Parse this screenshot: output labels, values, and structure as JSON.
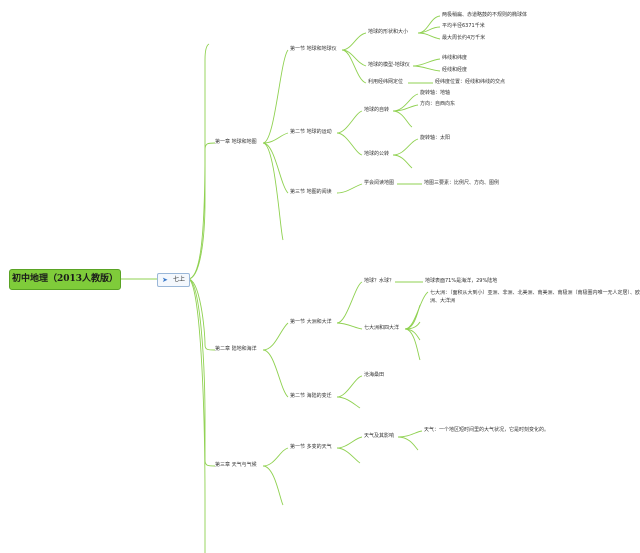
{
  "root": "初中地理（2013人教版）",
  "grade": "七上",
  "colors": {
    "line": "#8fd150",
    "root_fill": "#7fcc3a",
    "tag_icon": "#3a78c8"
  },
  "chapters": [
    {
      "title": "第一章 地球和地图",
      "sections": [
        {
          "title": "第一节 地球和地球仪",
          "topics": [
            {
              "title": "地球的形状和大小",
              "items": [
                "两极稍扁、赤道略鼓的不规则的椭球体",
                "平均半径6371千米",
                "最大周长约4万千米"
              ]
            },
            {
              "title": "地球的模型-地球仪",
              "items": [
                "纬线和纬度",
                "经线和经度"
              ]
            },
            {
              "title": "利用经纬网定位",
              "items": [
                "经纬度位置：经线和纬线的交点"
              ]
            }
          ]
        },
        {
          "title": "第二节 地球的运动",
          "topics": [
            {
              "title": "地球的自转",
              "items": [
                "旋转轴：地轴",
                "方向：自西向东"
              ]
            },
            {
              "title": "地球的公转",
              "items": [
                "旋转轴：太阳"
              ]
            }
          ]
        },
        {
          "title": "第三节 地图的阅读",
          "topics": [
            {
              "title": "学会阅读地图",
              "items": [
                "地图三要素：比例尺、方向、图例"
              ]
            }
          ]
        }
      ]
    },
    {
      "title": "第二章 陆地和海洋",
      "sections": [
        {
          "title": "第一节 大洲和大洋",
          "topics": [
            {
              "title": "地球？水球？",
              "items": [
                "地球表面71%是海洋，29%陆地"
              ]
            },
            {
              "title": "七大洲和四大洋",
              "items": [
                "七大洲：（面积从大到小）亚洲、非洲、北美洲、南美洲、南极洲（南极圈内唯一无人定居）、欧洲、大洋洲"
              ]
            }
          ]
        },
        {
          "title": "第二节 海陆的变迁",
          "topics": [
            {
              "title": "沧海桑田",
              "items": []
            }
          ]
        }
      ]
    },
    {
      "title": "第三章 天气与气候",
      "sections": [
        {
          "title": "第一节 多变的天气",
          "topics": [
            {
              "title": "天气及其影响",
              "items": [
                "天气：一个地区短时间里的大气状况，它是时刻变化的。"
              ]
            }
          ]
        }
      ]
    }
  ]
}
